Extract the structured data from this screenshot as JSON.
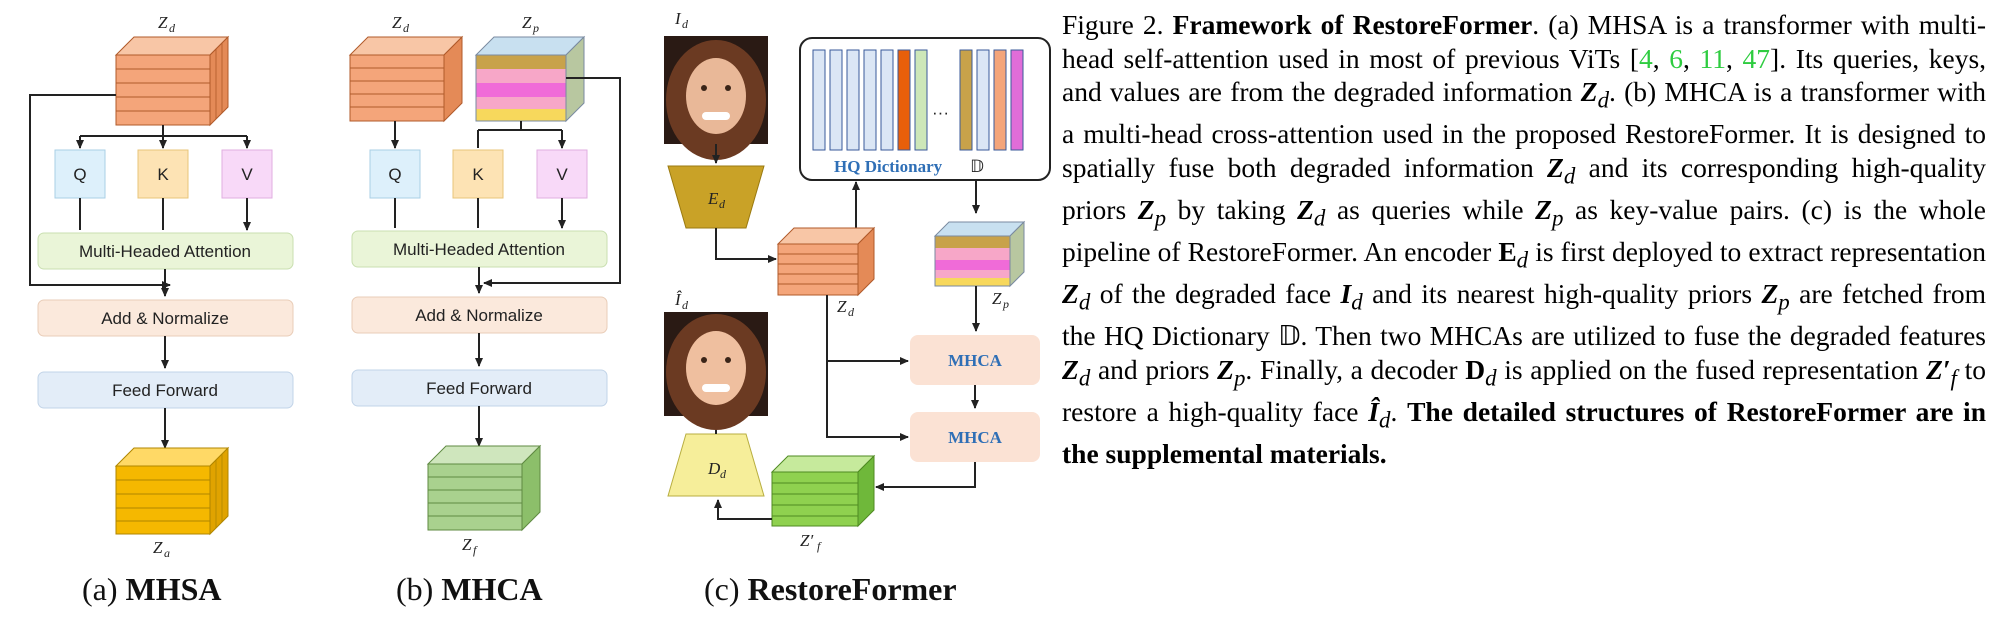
{
  "panel_a": {
    "input_label": "Z",
    "input_sub": "d",
    "q": "Q",
    "k": "K",
    "v": "V",
    "attention": "Multi-Headed Attention",
    "add_norm": "Add &  Normalize",
    "ffn": "Feed Forward",
    "output_label": "Z",
    "output_sub": "a",
    "caption_prefix": "(a) ",
    "caption_bold": "MHSA"
  },
  "panel_b": {
    "input1_label": "Z",
    "input1_sub": "d",
    "input2_label": "Z",
    "input2_sub": "p",
    "q": "Q",
    "k": "K",
    "v": "V",
    "attention": "Multi-Headed Attention",
    "add_norm": "Add &  Normalize",
    "ffn": "Feed Forward",
    "output_label": "Z",
    "output_sub": "f",
    "caption_prefix": "(b) ",
    "caption_bold": "MHCA"
  },
  "panel_c": {
    "input_img_label": "I",
    "input_img_sub": "d",
    "encoder": "E",
    "encoder_sub": "d",
    "output_img_label": "Î",
    "output_img_sub": "d",
    "decoder": "D",
    "decoder_sub": "d",
    "dictionary": "HQ Dictionary",
    "dictionary_symbol": "𝔻",
    "ellipsis": "···",
    "zd": "Z",
    "zd_sub": "d",
    "zp": "Z",
    "zp_sub": "p",
    "zf": "Z′",
    "zf_sub": "f",
    "mhca1": "MHCA",
    "mhca2": "MHCA",
    "caption_prefix": "(c) ",
    "caption_bold": "RestoreFormer"
  },
  "caption": {
    "fig": "Figure 2. ",
    "title": "Framework of RestoreFormer",
    "t1": ". (a) MHSA is a transformer with multi-head self-attention used in most of previous ViTs [",
    "r1": "4",
    "c1": ", ",
    "r2": "6",
    "c2": ", ",
    "r3": "11",
    "c3": ", ",
    "r4": "47",
    "t2": "]. Its queries, keys, and values are from the degraded information ",
    "t3": ". (b) MHCA is a transformer with a multi-head cross-attention used in the proposed RestoreFormer. It is designed to spatially fuse both degraded information ",
    "t4": " and its corresponding high-quality priors ",
    "t5": " by taking ",
    "t6": " as queries while ",
    "t7": " as key-value pairs. (c) is the whole pipeline of RestoreFormer. An encoder ",
    "t8": " is first deployed to extract representation ",
    "t9": " of the degraded face ",
    "t10": " and its nearest high-quality priors ",
    "t11": " are fetched from the HQ Dictionary 𝔻. Then two MHCAs are utilized to fuse the degraded features ",
    "t12": " and priors ",
    "t13": ". Finally, a decoder ",
    "t14": " is applied on the fused representation ",
    "t15": " to restore a high-quality face ",
    "t16": ". ",
    "bold_end": "The detailed structures of RestoreFormer are in the supplemental materials.",
    "Zd": "Z",
    "d": "d",
    "Zp": "Z",
    "p": "p",
    "Ed": "E",
    "Id": "I",
    "Dd": "D",
    "Zf": "Z′",
    "f": "f",
    "Ihat": "Î"
  },
  "colors": {
    "orange_block": "#f4a57a",
    "yellow_block": "#f5b800",
    "green_block": "#a9d18e",
    "bright_green_block": "#8fd14f",
    "q_box": "#ddf0fb",
    "k_box": "#fde3b4",
    "v_box": "#f8d9f8",
    "attention_box": "#eaf5d8",
    "addnorm_box": "#fbe9dc",
    "ffn_box": "#e3edf8",
    "encoder": "#c9a227",
    "decoder": "#f6ee9a",
    "mhca_box": "#fbe2d4",
    "link_green": "#2ecc40"
  }
}
